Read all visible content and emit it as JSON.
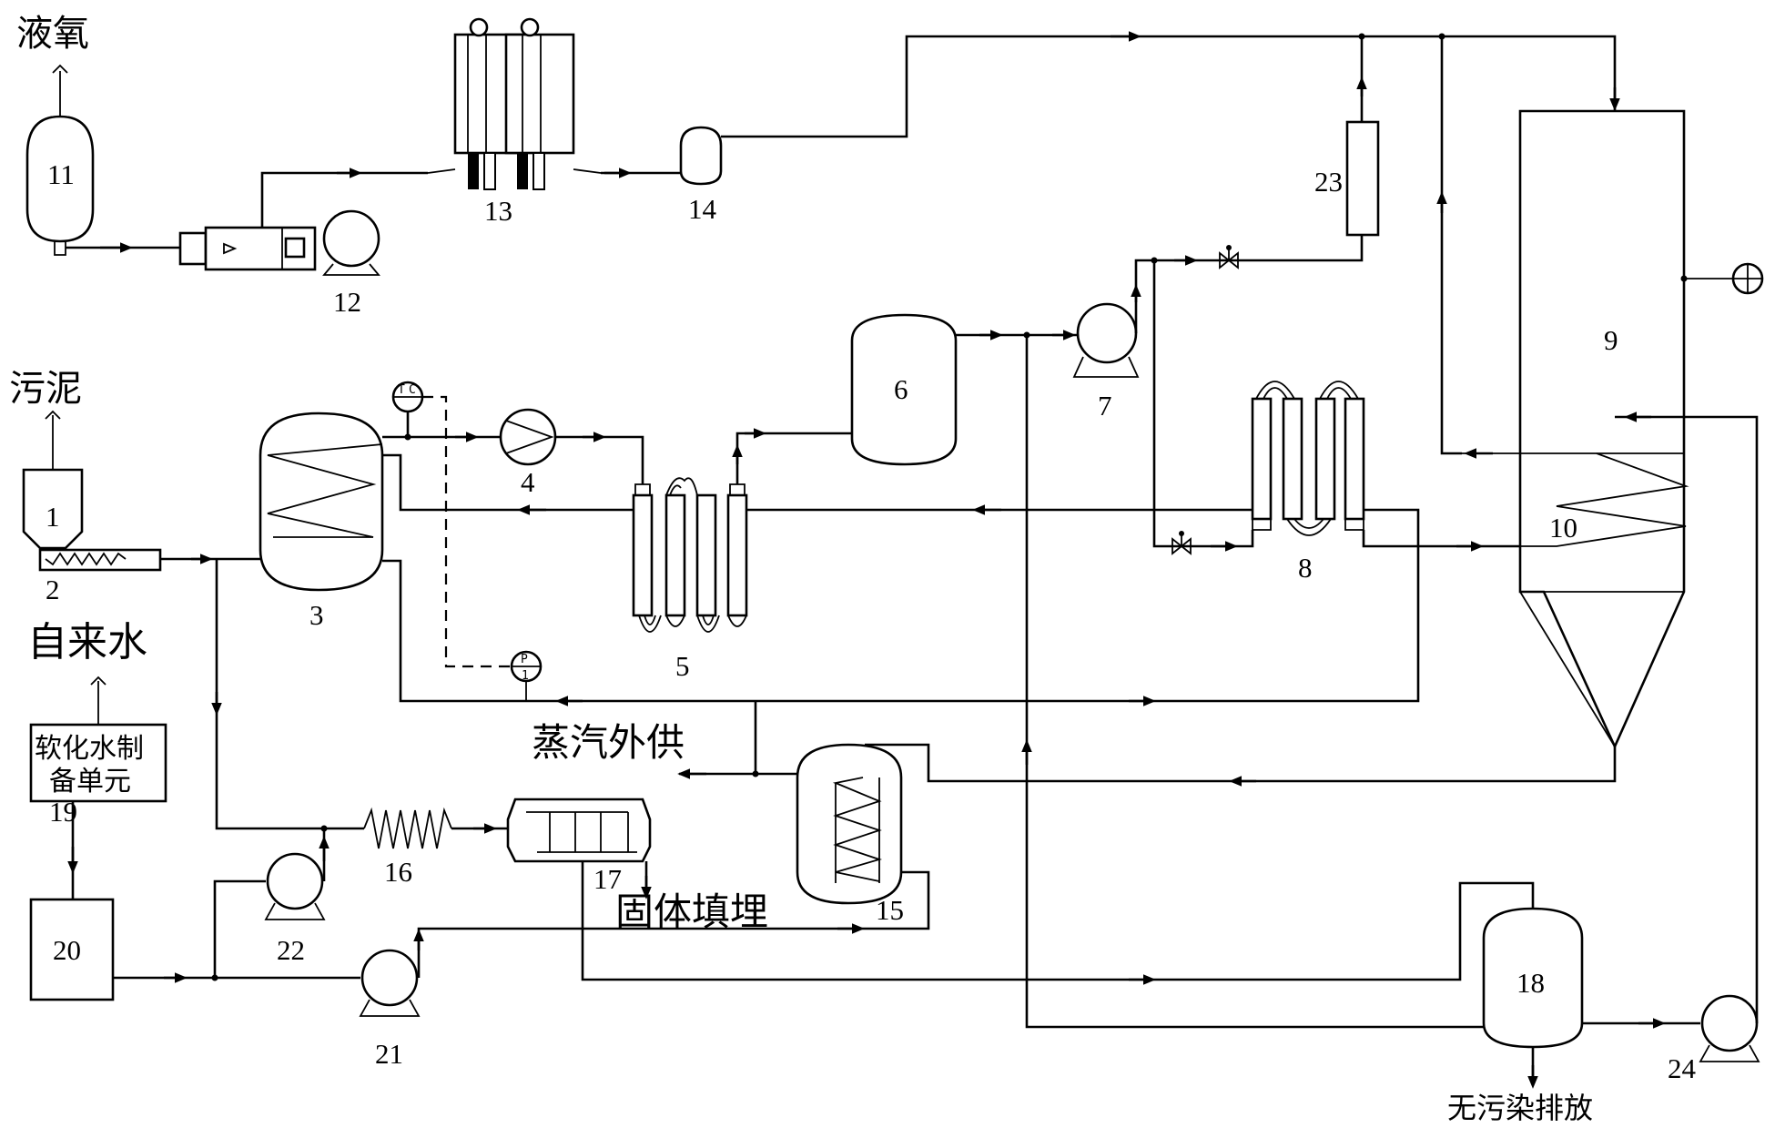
{
  "labels": {
    "liquid_oxygen": "液氧",
    "sludge": "污泥",
    "tap_water": "自来水",
    "softener_line1": "软化水制",
    "softener_line2": "备单元",
    "steam_supply": "蒸汽外供",
    "solid_landfill": "固体填埋",
    "no_pollution_discharge": "无污染排放"
  },
  "numbers": {
    "n1": "1",
    "n2": "2",
    "n3": "3",
    "n4": "4",
    "n5": "5",
    "n6": "6",
    "n7": "7",
    "n8": "8",
    "n9": "9",
    "n10": "10",
    "n11": "11",
    "n12": "12",
    "n13": "13",
    "n14": "14",
    "n15": "15",
    "n16": "16",
    "n17": "17",
    "n18": "18",
    "n19": "19",
    "n20": "20",
    "n21": "21",
    "n22": "22",
    "n23": "23",
    "n24": "24"
  },
  "instruments": {
    "tic": "TIC",
    "pi": "PI"
  }
}
